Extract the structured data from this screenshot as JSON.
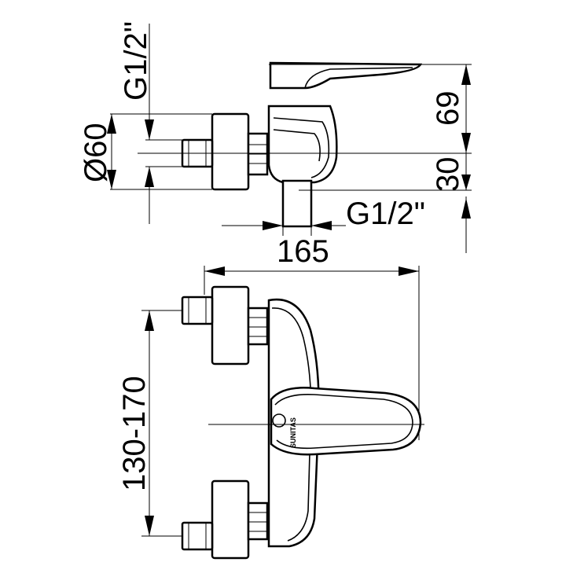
{
  "drawing": {
    "ink_color": "#000000",
    "background_color": "#ffffff",
    "dimensions": {
      "thread_inlet": "G1/2\"",
      "diameter": "Ø60",
      "height_top": "69",
      "height_bottom": "30",
      "thread_outlet": "G1/2\"",
      "width": "165",
      "centers": "130-170"
    },
    "brand_mark": "SUNITAS"
  }
}
